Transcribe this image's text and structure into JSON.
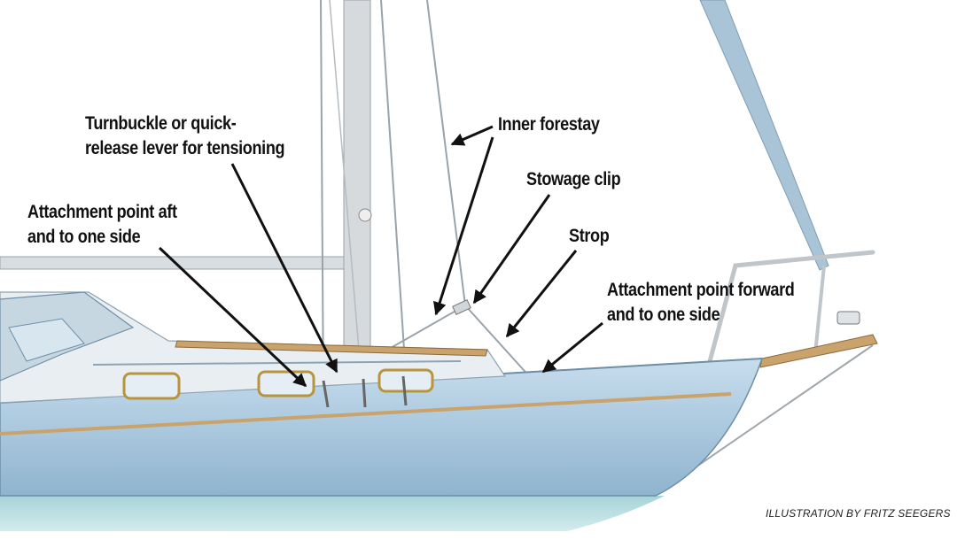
{
  "labels": {
    "turnbuckle": [
      "Turnbuckle or quick-",
      "release lever for tensioning"
    ],
    "inner_forestay": "Inner forestay",
    "stowage_clip": "Stowage clip",
    "strop": "Strop",
    "attach_aft": [
      "Attachment point aft",
      "and to one side"
    ],
    "attach_forward": [
      "Attachment point forward",
      "and to one side"
    ]
  },
  "credit": "ILLUSTRATION BY FRITZ SEEGERS",
  "colors": {
    "hull": "#b7d3e6",
    "hull_shadow": "#8fb4cf",
    "deck": "#eef2f5",
    "cabin": "#dfe8ef",
    "trim": "#c9a36b",
    "water": "#9fd0d6",
    "sail": "#a9c4d6",
    "rigging": "#9aa3aa",
    "arrow": "#111111"
  }
}
